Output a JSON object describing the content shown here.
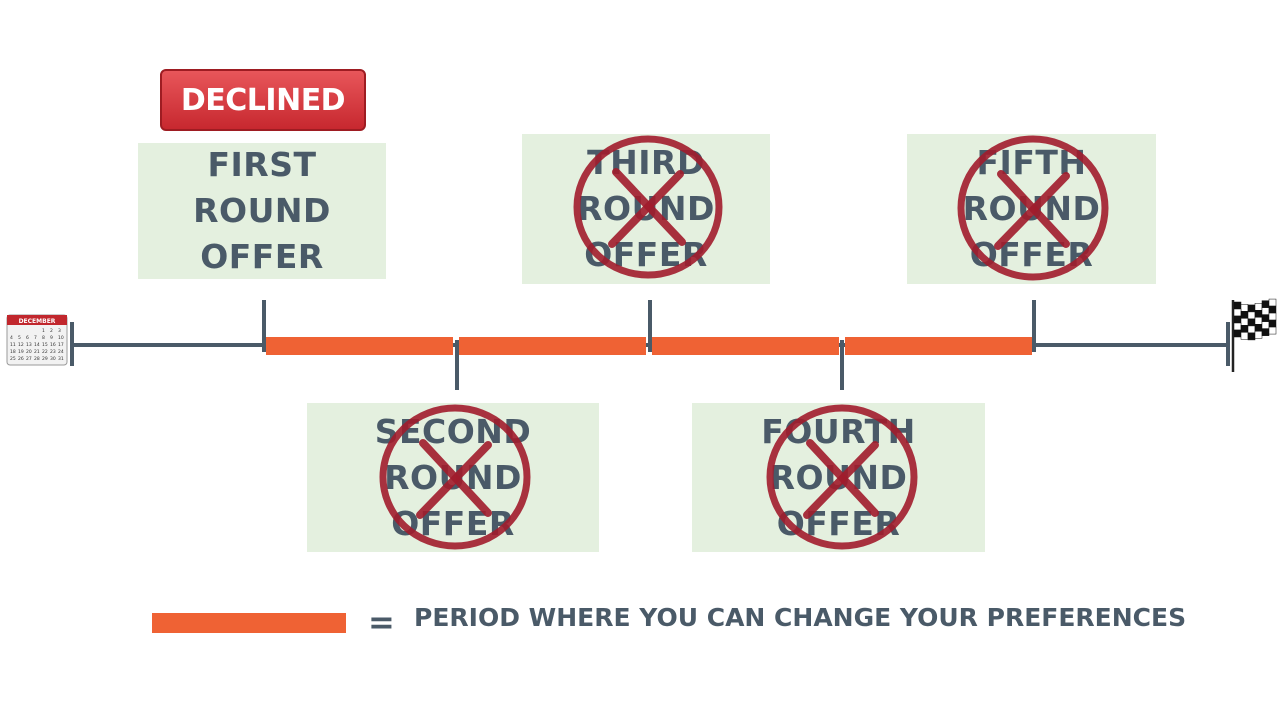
{
  "badge": {
    "label": "DECLINED",
    "color": "#d23a3f"
  },
  "offers": [
    {
      "id": "first",
      "label": "FIRST ROUND\nOFFER",
      "crossed": false
    },
    {
      "id": "second",
      "label": "SECOND ROUND\nOFFER",
      "crossed": true
    },
    {
      "id": "third",
      "label": "THIRD ROUND\nOFFER",
      "crossed": true
    },
    {
      "id": "fourth",
      "label": "FOURTH ROUND\nOFFER",
      "crossed": true
    },
    {
      "id": "fifth",
      "label": "FIFTH ROUND\nOFFER",
      "crossed": true
    }
  ],
  "calendar": {
    "month": "DECEMBER",
    "days": [
      "1",
      "2",
      "3",
      "4",
      "5",
      "6",
      "7",
      "8",
      "9",
      "10",
      "11",
      "12",
      "13",
      "14",
      "15",
      "16",
      "17",
      "18",
      "19",
      "20",
      "21",
      "22",
      "23",
      "24",
      "25",
      "26",
      "27",
      "28",
      "29",
      "30",
      "31"
    ]
  },
  "legend": {
    "equals": "=",
    "text": "PERIOD WHERE YOU CAN CHANGE YOUR PREFERENCES"
  },
  "colors": {
    "timeline": "#4a5a68",
    "period": "#ef6234",
    "box": "#e4f0df",
    "cross": "#a11c2c"
  },
  "icons": {
    "start": "calendar-icon",
    "end": "checkered-flag-icon",
    "rejection": "cross-circle-icon"
  }
}
